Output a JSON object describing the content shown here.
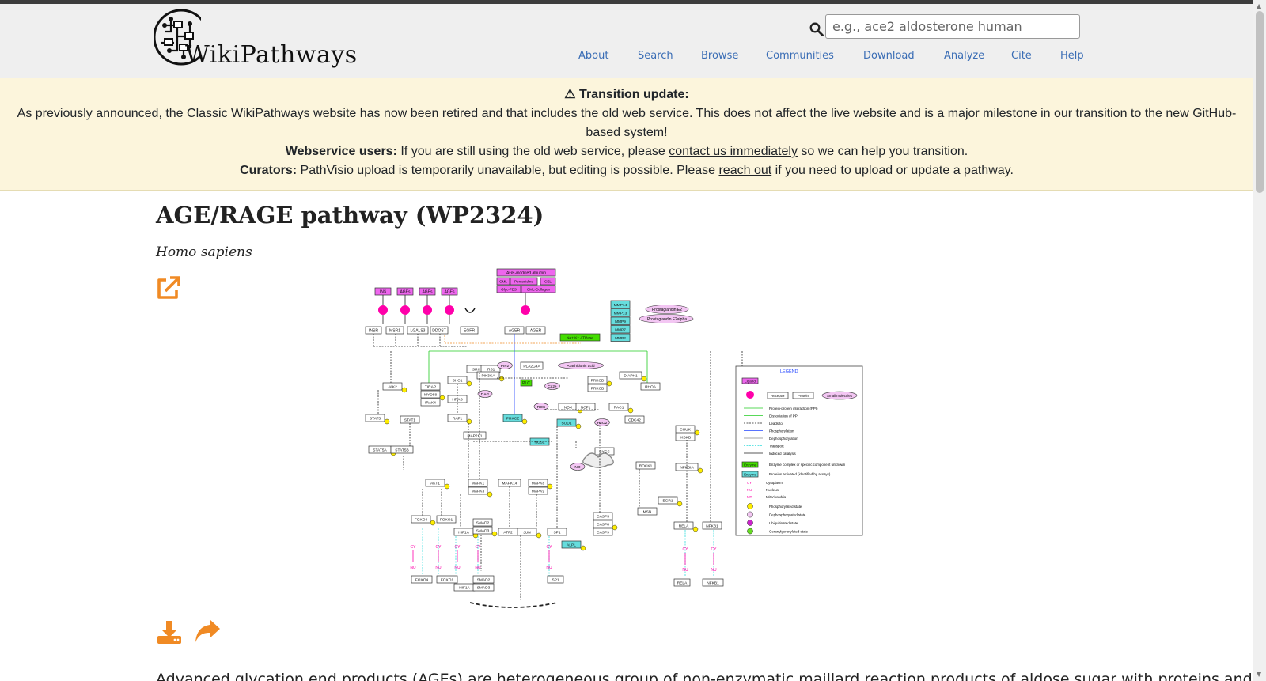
{
  "site": {
    "logo_text": "WikiPathways",
    "search_placeholder": "e.g., ace2 aldosterone human"
  },
  "nav": [
    {
      "label": "About"
    },
    {
      "label": "Search"
    },
    {
      "label": "Browse"
    },
    {
      "label": "Communities"
    },
    {
      "label": "Download"
    },
    {
      "label": "Analyze"
    },
    {
      "label": "Cite"
    },
    {
      "label": "Help"
    }
  ],
  "banner": {
    "heading": "⚠ Transition update:",
    "line1": "As previously announced, the Classic WikiPathways website has now been retired and that includes the old web service. This does not affect the live website and is a major milestone in our transition to the new GitHub-based system!",
    "webservice_label": "Webservice users:",
    "webservice_text_before": "If you are still using the old web service, please",
    "webservice_link": "contact us immediately",
    "webservice_text_after": "so we can help you transition.",
    "curators_label": "Curators:",
    "curators_text_before": "PathVisio upload is temporarily unavailable, but editing is possible. Please",
    "curators_link": "reach out",
    "curators_text_after": "if you need to upload or update a pathway."
  },
  "pathway": {
    "title": "AGE/RAGE pathway (WP2324)",
    "species": "Homo sapiens",
    "description": "Advanced glycation end products (AGEs) are heterogeneous group of non-enzymatic maillard reaction products of aldose sugar with proteins and"
  },
  "diagram": {
    "header_box": "AGE-modified albumin",
    "header_sub": [
      "CML",
      "Pentosidine",
      "CEL",
      "Glyc-FBS",
      "CML-Collagen"
    ],
    "ligands": [
      "INS",
      "AGEs",
      "AGEs",
      "AGEs"
    ],
    "receptors": [
      "INSR",
      "MSR1",
      "LGALS3",
      "DDOST",
      "EGFR",
      "AGER",
      "AGER"
    ],
    "mmps": [
      "MMP14",
      "MMP13",
      "MMP9",
      "MMP7",
      "MMP2"
    ],
    "prostaglandins": [
      "Prostaglandin E2",
      "Prostaglandin F2alpha"
    ],
    "atpase": "Na+ K+ ATPase",
    "nodes": [
      {
        "label": "JAK2"
      },
      {
        "label": "TIRAP"
      },
      {
        "label": "MYD88"
      },
      {
        "label": "IRAK4"
      },
      {
        "label": "STAT3"
      },
      {
        "label": "STAT1"
      },
      {
        "label": "STAT5A"
      },
      {
        "label": "STAT5B"
      },
      {
        "label": "SHC1"
      },
      {
        "label": "HRAS"
      },
      {
        "label": "RAF1"
      },
      {
        "label": "MAP2K1"
      },
      {
        "label": "SRC"
      },
      {
        "label": "IRS1"
      },
      {
        "label": "PIK3CA"
      },
      {
        "label": "PLA2G4A"
      },
      {
        "label": "PRKCD"
      },
      {
        "label": "PRKCB"
      },
      {
        "label": "DIAPH1"
      },
      {
        "label": "RHOA"
      },
      {
        "label": "NOX"
      },
      {
        "label": "NCF1"
      },
      {
        "label": "RAC1"
      },
      {
        "label": "CDC42"
      },
      {
        "label": "SOD1"
      },
      {
        "label": "NOS2"
      },
      {
        "label": "PRKCZ"
      },
      {
        "label": "CYCS"
      },
      {
        "label": "CHUK"
      },
      {
        "label": "IKBKB"
      },
      {
        "label": "NFKBIA"
      },
      {
        "label": "ROCK1"
      },
      {
        "label": "AKT1"
      },
      {
        "label": "MAPK1"
      },
      {
        "label": "MAPK3"
      },
      {
        "label": "MAPK14"
      },
      {
        "label": "MAPK8"
      },
      {
        "label": "MAPK9"
      },
      {
        "label": "FOXO4"
      },
      {
        "label": "FOXO1"
      },
      {
        "label": "HIF1A"
      },
      {
        "label": "SMAD2"
      },
      {
        "label": "SMAD3"
      },
      {
        "label": "ATF2"
      },
      {
        "label": "JUN"
      },
      {
        "label": "SP1"
      },
      {
        "label": "ALPL"
      },
      {
        "label": "CASP3"
      },
      {
        "label": "CASP8"
      },
      {
        "label": "CASP9"
      },
      {
        "label": "EGR1"
      },
      {
        "label": "MSN"
      },
      {
        "label": "RELA"
      },
      {
        "label": "NFKB1"
      }
    ],
    "small_molecules": [
      {
        "label": "PIP2"
      },
      {
        "label": "DAG"
      },
      {
        "label": "Ca2+"
      },
      {
        "label": "ROS"
      },
      {
        "label": "Arachidonic acid"
      },
      {
        "label": "H2O2"
      },
      {
        "label": "NO"
      }
    ],
    "enzymes": [
      {
        "label": "PLC"
      }
    ],
    "legend": {
      "title": "LEGEND",
      "items": [
        "Ligand",
        "Receptor",
        "Protein",
        "Small molecules",
        "Protein-protein interaction (PPI)",
        "Dissociation of PPI",
        "Leads to",
        "Phosphorylation",
        "Dephosphorylation",
        "Transport",
        "Induced catalysis",
        "Enzyme complex or specific component unknown",
        "Proteins activated (identified by assays)",
        "Cytoplasm",
        "Nucleus",
        "Mitochondria",
        "Phosphorylated state",
        "Dephosphorylated state",
        "Ubiquitinated state",
        "Geranylgeranylated state"
      ],
      "sample_labels": {
        "enzyme": "Enzyme",
        "ligand": "Ligand",
        "protein_box": "Protein"
      }
    },
    "compartments": {
      "cy": "CY",
      "nu": "NU",
      "mt": "MT"
    }
  },
  "colors": {
    "link": "#3a6db5",
    "accent_orange": "#f08a24",
    "banner_bg": "#fcf5dc",
    "ligand_magenta": "#ff00aa",
    "enzyme_green": "#44dd00",
    "cyan_box": "#66dddd"
  }
}
